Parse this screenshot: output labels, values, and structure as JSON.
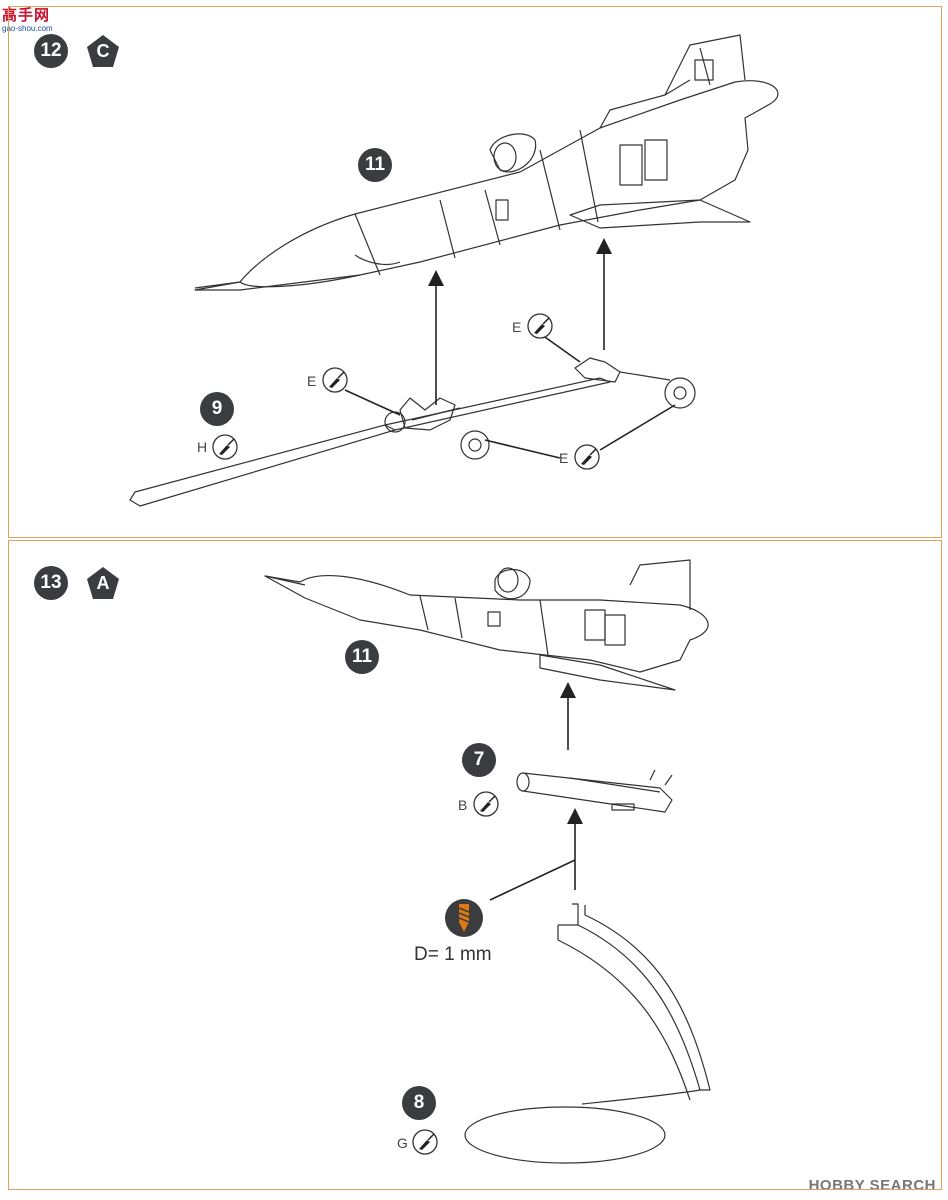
{
  "watermark_top_left": {
    "text": "高手网",
    "sub": "gao-shou.com"
  },
  "watermark_bottom_right": "HOBBY SEARCH",
  "steps": [
    {
      "number": "12",
      "badge": "C",
      "part_refs": [
        {
          "number": "11"
        },
        {
          "number": "9",
          "paint": "H"
        }
      ],
      "paint_callouts": [
        "E",
        "E",
        "E"
      ]
    },
    {
      "number": "13",
      "badge": "A",
      "part_refs": [
        {
          "number": "11"
        },
        {
          "number": "7",
          "paint": "B"
        },
        {
          "number": "8",
          "paint": "G"
        }
      ],
      "drill_label": "D= 1 mm"
    }
  ],
  "colors": {
    "border": "#e0a060",
    "badge": "#3a3c40",
    "drill_icon": "#e07a10",
    "line": "#333333"
  },
  "icons": [
    "paint-brush-icon",
    "drill-icon",
    "pentagon-badge-icon"
  ]
}
